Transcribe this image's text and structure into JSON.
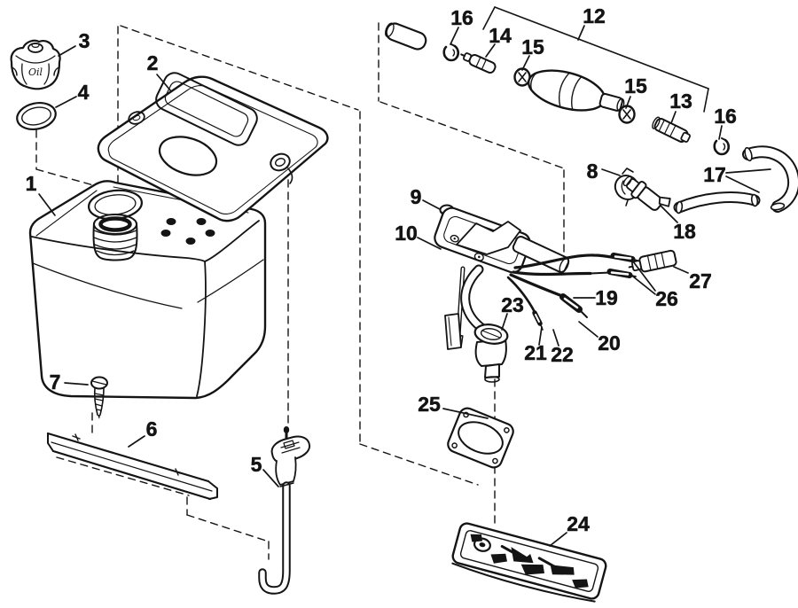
{
  "figure": {
    "background": "#ffffff",
    "ink": "#141414",
    "cap_text": "Oil",
    "callouts": [
      {
        "part": "1"
      },
      {
        "part": "2"
      },
      {
        "part": "3"
      },
      {
        "part": "4"
      },
      {
        "part": "5"
      },
      {
        "part": "6"
      },
      {
        "part": "7"
      },
      {
        "part": "8"
      },
      {
        "part": "9"
      },
      {
        "part": "10"
      },
      {
        "part": "12"
      },
      {
        "part": "13"
      },
      {
        "part": "14"
      },
      {
        "part": "15"
      },
      {
        "part": "15"
      },
      {
        "part": "16"
      },
      {
        "part": "16"
      },
      {
        "part": "17"
      },
      {
        "part": "18"
      },
      {
        "part": "19"
      },
      {
        "part": "20"
      },
      {
        "part": "21"
      },
      {
        "part": "22"
      },
      {
        "part": "23"
      },
      {
        "part": "24"
      },
      {
        "part": "25"
      },
      {
        "part": "26"
      },
      {
        "part": "27"
      }
    ]
  }
}
